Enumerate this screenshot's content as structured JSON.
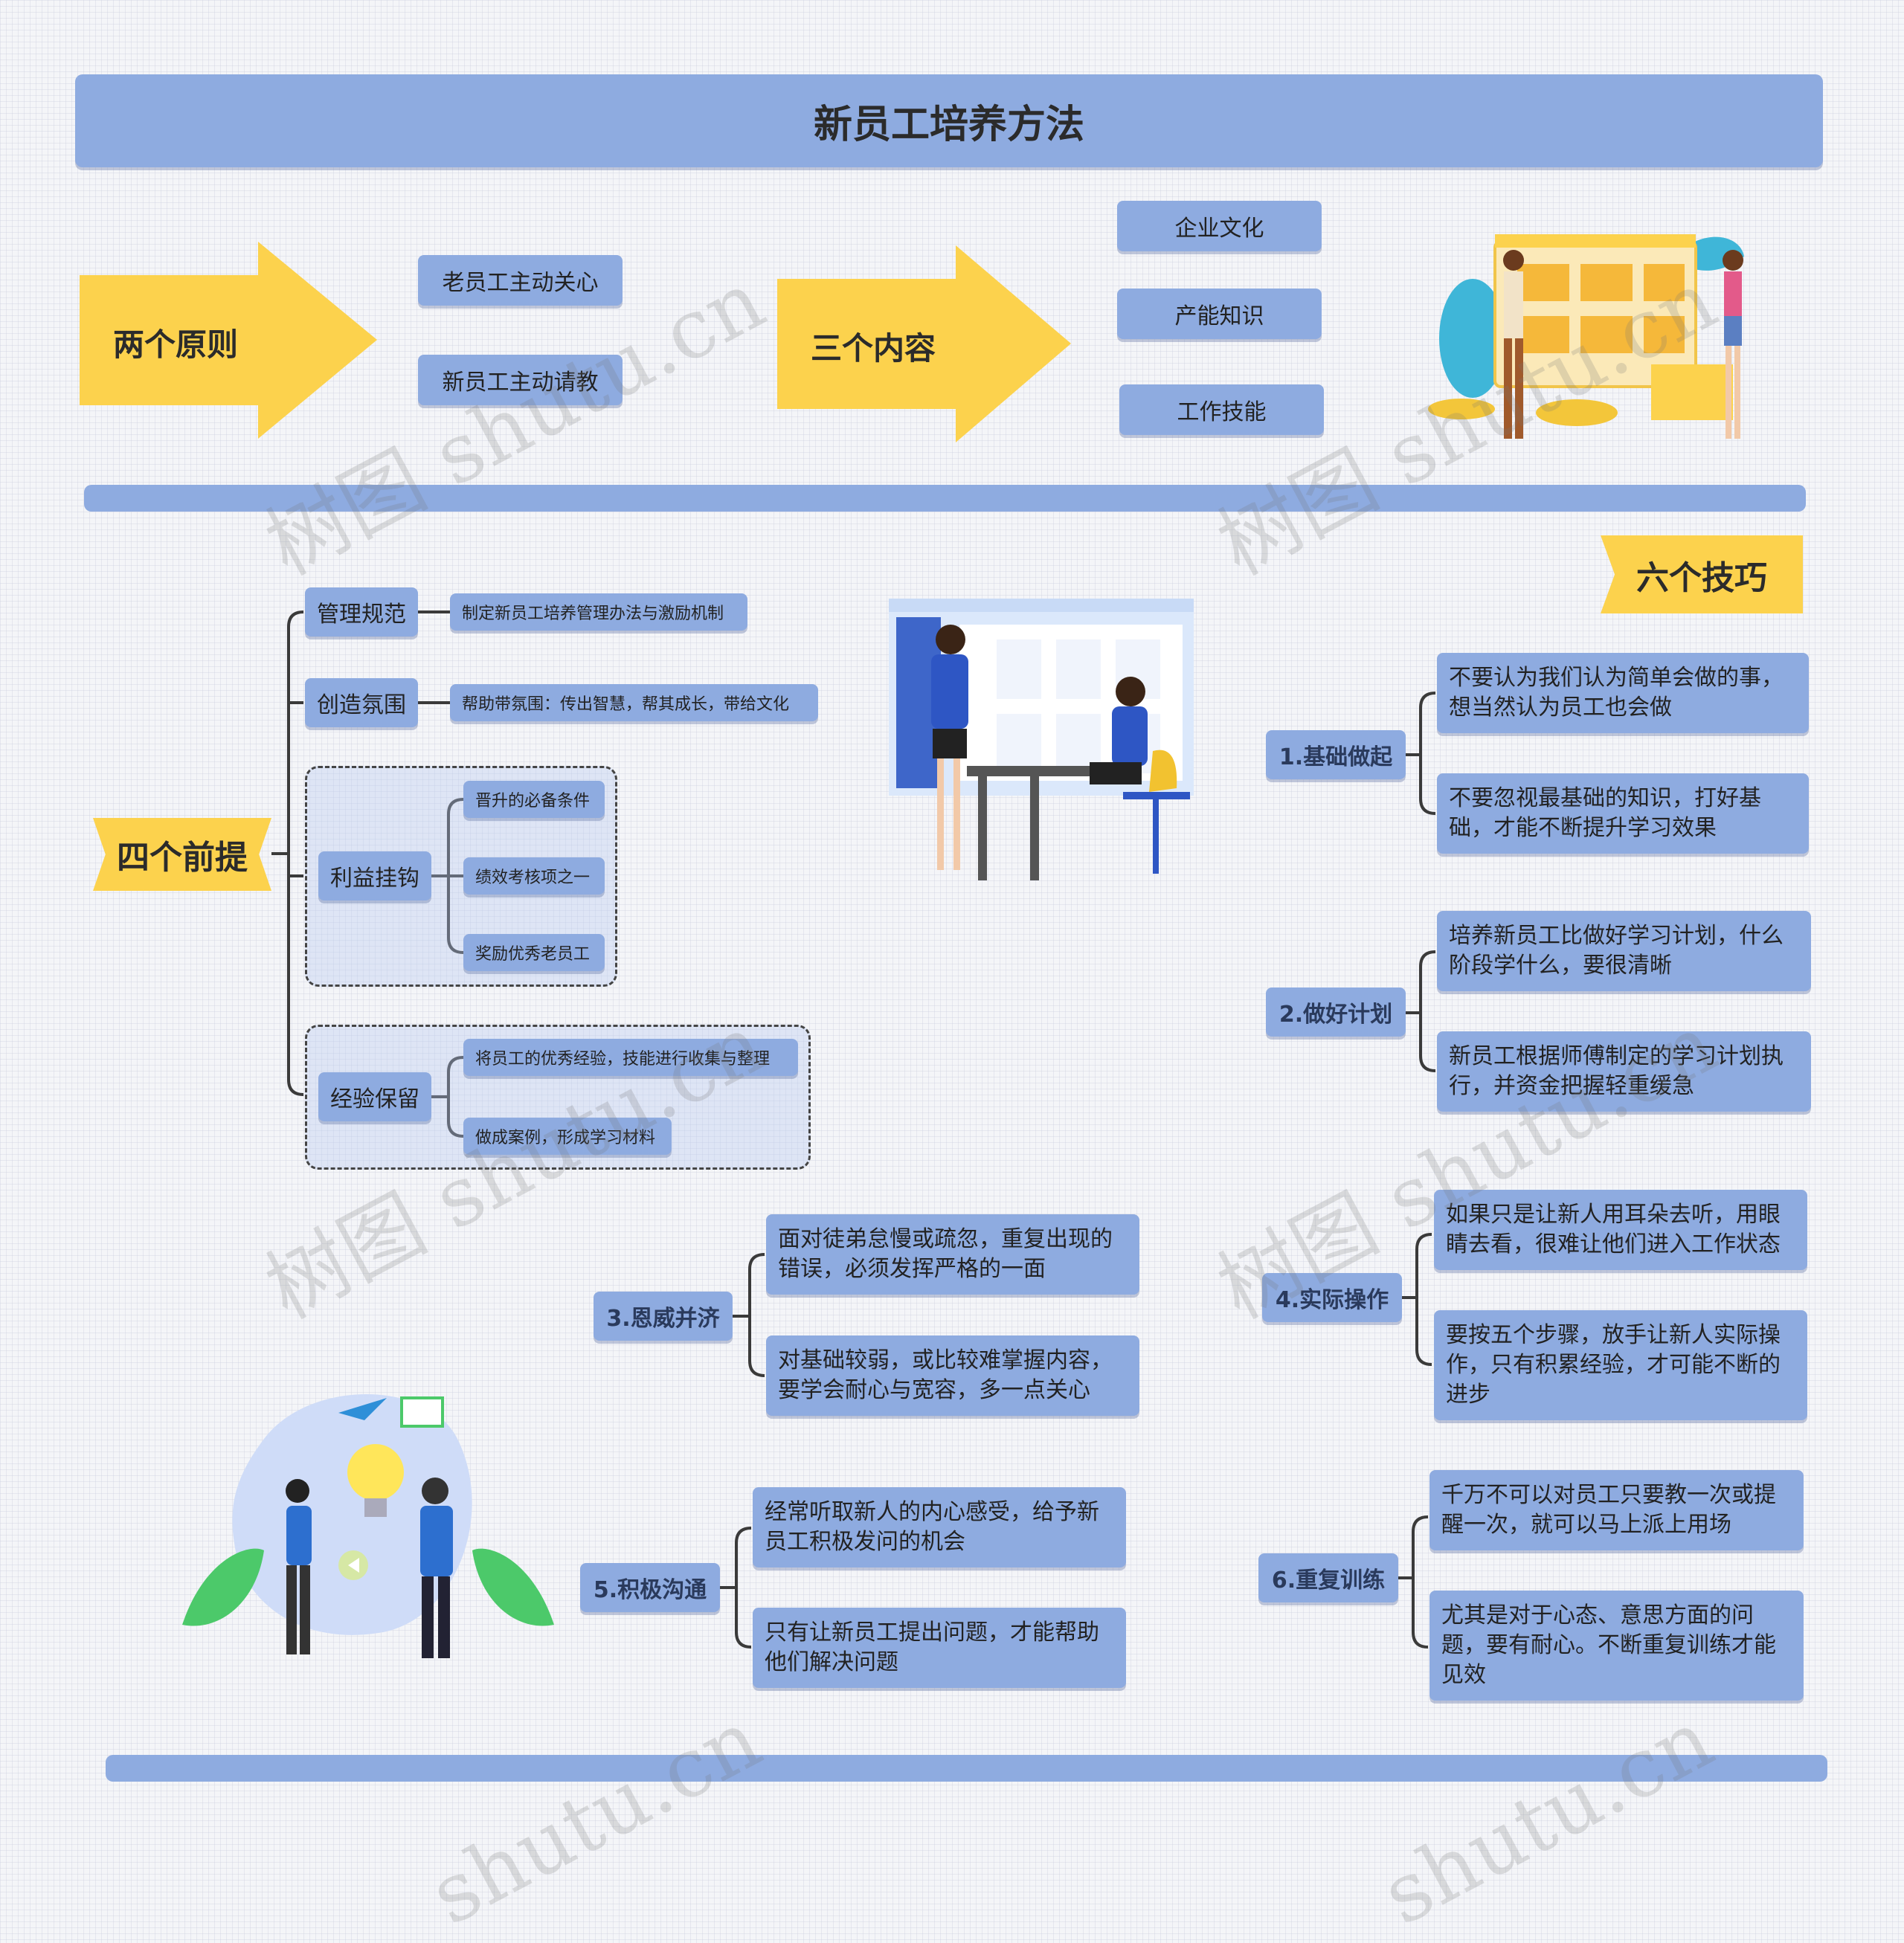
{
  "title": "新员工培养方法",
  "section1": {
    "principles": {
      "label": "两个原则",
      "items": [
        "老员工主动关心",
        "新员工主动请教"
      ]
    },
    "contents": {
      "label": "三个内容",
      "items": [
        "企业文化",
        "产能知识",
        "工作技能"
      ]
    }
  },
  "prerequisites": {
    "label": "四个前提",
    "mgmt": {
      "label": "管理规范",
      "detail": "制定新员工培养管理办法与激励机制"
    },
    "atmo": {
      "label": "创造氛围",
      "detail": "帮助带氛围：传出智慧，帮其成长，带给文化"
    },
    "interest": {
      "label": "利益挂钩",
      "items": [
        "晋升的必备条件",
        "绩效考核项之一",
        "奖励优秀老员工"
      ]
    },
    "exp": {
      "label": "经验保留",
      "items": [
        "将员工的优秀经验，技能进行收集与整理",
        "做成案例，形成学习材料"
      ]
    }
  },
  "tips": {
    "label": "六个技巧",
    "t1": {
      "label": "1.基础做起",
      "items": [
        "不要认为我们认为简单会做的事，想当然认为员工也会做",
        "不要忽视最基础的知识，打好基础，才能不断提升学习效果"
      ]
    },
    "t2": {
      "label": "2.做好计划",
      "items": [
        "培养新员工比做好学习计划，什么阶段学什么，要很清晰",
        "新员工根据师傅制定的学习计划执行，并资金把握轻重缓急"
      ]
    },
    "t3": {
      "label": "3.恩威并济",
      "items": [
        "面对徒弟怠慢或疏忽，重复出现的错误，必须发挥严格的一面",
        "对基础较弱，或比较难掌握内容，要学会耐心与宽容，多一点关心"
      ]
    },
    "t4": {
      "label": "4.实际操作",
      "items": [
        "如果只是让新人用耳朵去听，用眼睛去看，很难让他们进入工作状态",
        "要按五个步骤，放手让新人实际操作，只有积累经验，才可能不断的进步"
      ]
    },
    "t5": {
      "label": "5.积极沟通",
      "items": [
        "经常听取新人的内心感受，给予新员工积极发问的机会",
        "只有让新员工提出问题，才能帮助他们解决问题"
      ]
    },
    "t6": {
      "label": "6.重复训练",
      "items": [
        "千万不可以对员工只要教一次或提醒一次，就可以马上派上用场",
        "尤其是对于心态、意思方面的问题，要有耐心。不断重复训练才能见效"
      ]
    }
  },
  "watermark": [
    "树图 shutu.cn",
    "树图 shutu.cn",
    "树图 shutu.cn",
    "树图 shutu.cn",
    "shutu.cn",
    "shutu.cn"
  ],
  "colors": {
    "box": "#8eabe0",
    "accent": "#fcd24d",
    "line": "#3a3a3a"
  }
}
